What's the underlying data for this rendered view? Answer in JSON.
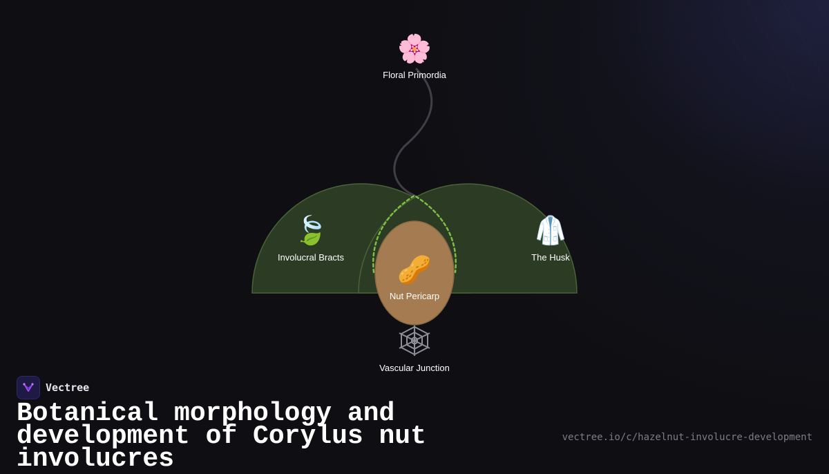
{
  "diagram": {
    "nodes": {
      "floral": {
        "label": "Floral Primordia",
        "icon": "🌸",
        "icon_name": "cherry-blossom-icon"
      },
      "bracts": {
        "label": "Involucral Bracts",
        "icon": "🍃",
        "icon_name": "leaves-icon"
      },
      "husk": {
        "label": "The Husk",
        "icon": "🥼",
        "icon_name": "coat-icon"
      },
      "pericarp": {
        "label": "Nut Pericarp",
        "icon": "🥜",
        "icon_name": "peanut-icon"
      },
      "vascular": {
        "label": "Vascular Junction",
        "icon": "🕸",
        "icon_name": "spider-web-icon"
      }
    },
    "colors": {
      "lobe_fill": "#2c3b23",
      "lobe_stroke": "#4a6338",
      "nut_fill": "#a57c52",
      "nut_stroke": "#8a6a45",
      "dashed_arc": "#7bbf44",
      "stem": "#3f3f46"
    }
  },
  "brand": {
    "name": "Vectree",
    "logo_icon": "vectree-logo-icon"
  },
  "title": "Botanical morphology and development of Corylus nut involucres",
  "url": "vectree.io/c/hazelnut-involucre-development"
}
